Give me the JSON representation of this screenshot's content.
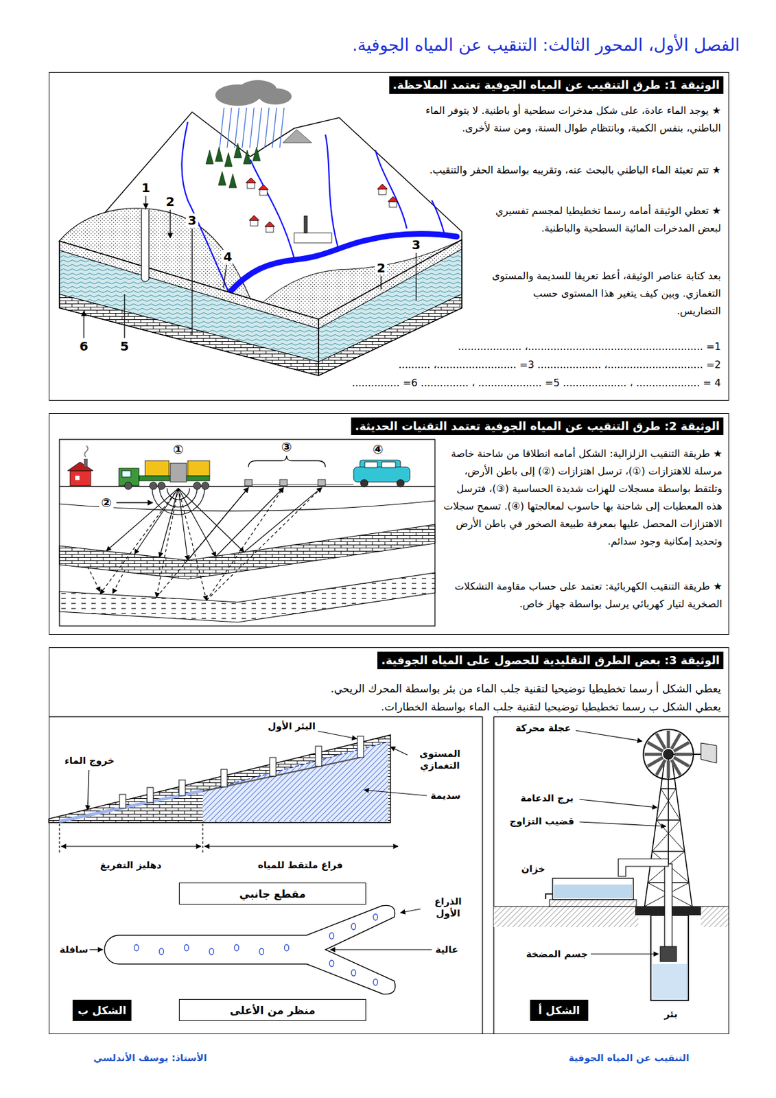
{
  "diagram": {
    "title": "الفصل الأول، المحور الثالث: التنقيب عن المياه الجوفية.",
    "nodes": [
      {
        "text": [
          "الوثيقة 1: طرق التنقيب عن المياه الجوفية تعتمد الملاحظة.",
          "★ يوجد الماء عادة، على شكل مدخرات سطحية أو باطنية. لا يتوفر الماء الباطني، بنفس الكمية، وبانتظام طوال السنة، ومن سنة لأخرى.",
          "★ تتم تعبئة الماء الباطني بالبحث عنه، وتقريبه بواسطة الحفر والتنقيب.",
          "★ تعطي الوثيقة أمامه رسما تخطيطيا لمجسم تفسيري لبعض المدخرات المائية السطحية والباطنية.",
          "بعد كتابة عناصر الوثيقة، أعط تعريفا للسديمة والمستوى التغمازي. وبين كيف يتغير هذا المستوى حسب التضاريس.",
          "1= .......................................................، ....................",
          "2= ..............................، .................... 3= .........................، ..........",
          "4 = .................... ، .................... 5= .................... ، ............... 6= ..............."
        ]
      },
      {
        "text": [
          "الوثيقة 2: طرق التنقيب عن المياه الجوفية تعتمد التقنيات الحديثة.",
          "★ طريقة التنقيب الزلزالية: الشكل أمامه انطلاقا من شاحنة خاصة مرسلة للاهتزازات (①)، ترسل اهتزازات (②) إلى باطن الأرض، وتلتقط بواسطة مسجلات للهزات شديدة الحساسية (③)، فترسل هذه المعطيات إلى شاحنة بها حاسوب لمعالجتها (④). تسمح سجلات الاهتزازات المحصل عليها بمعرفة طبيعة الصخور في باطن الأرض وتحديد إمكانية وجود سدائم.",
          "★ طريقة التنقيب الكهربائية: تعتمد على حساب مقاومة التشكلات الصخرية لتيار كهربائي يرسل بواسطة جهاز خاص."
        ]
      },
      {
        "text": [
          "الوثيقة 3: بعض الطرق التقليدية للحصول على المياه الجوفية.",
          "يعطي الشكل أ رسما تخطيطيا توضيحيا لتقنية جلب الماء من بئر بواسطة المحرك الريحي.",
          "يعطي الشكل ب رسما تخطيطيا توضيحيا لتقنية جلب الماء بواسطة الخطارات."
        ]
      },
      {
        "text": [
          "مقطع جانبي"
        ],
        "in": 2
      },
      {
        "text": [
          "منظر من الأعلى"
        ],
        "in": 2
      },
      {
        "text": [
          "الشكل ب"
        ],
        "in": 2
      },
      {
        "text": [
          "الشكل أ"
        ],
        "in": 2
      }
    ],
    "labels": [
      "1",
      "2",
      "3",
      "4",
      "2",
      "3",
      "6",
      "5",
      "①",
      "②",
      "③",
      "④",
      "البئر الأول",
      "المستوى التغمازي",
      "خروج الماء",
      "سديمة",
      "دهليز التفريغ",
      "فراغ ملتقط للمياه",
      "الذراع الأول",
      "عالية",
      "سافلة",
      "عجلة محركة",
      "برج الدعامة",
      "قضيب التزاوج",
      "خزان",
      "جسم المضخة",
      "بئر",
      "التنقيب عن المياه الجوفية",
      "الأستاذ: يوسف الأندلسي"
    ]
  }
}
